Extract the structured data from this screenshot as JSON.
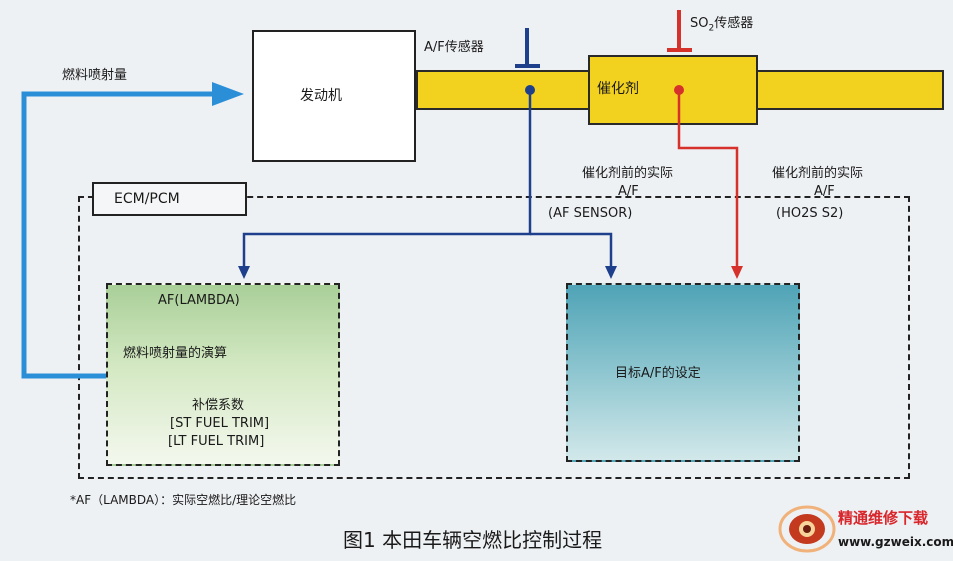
{
  "diagram": {
    "engine_label": "发动机",
    "fuel_injection_label": "燃料喷射量",
    "af_sensor_label": "A/F传感器",
    "so2_sensor_prefix": "SO",
    "so2_sensor_sub": "2",
    "so2_sensor_suffix": "传感器",
    "catalyst_label": "催化剂",
    "ecm_label": "ECM/PCM",
    "af_path": {
      "line1": "催化剂前的实际",
      "line2": "A/F",
      "line3": "(AF SENSOR)"
    },
    "ho2s_path": {
      "line1": "催化剂前的实际",
      "line2": "A/F",
      "line3": "(HO2S S2)"
    },
    "left_box": {
      "line1": "AF(LAMBDA)",
      "line2": "燃料喷射量的演算",
      "line3": "补偿系数",
      "line4": "[ST FUEL TRIM]",
      "line5": "[LT FUEL TRIM]"
    },
    "right_box_label": "目标A/F的设定",
    "footnote": "*AF（LAMBDA）：实际空燃比/理论空燃比",
    "caption": "图1  本田车辆空燃比控制过程"
  },
  "watermark": {
    "title": "精通维修下载",
    "url": "www.gzweix.com"
  },
  "colors": {
    "pipe_yellow": "#f3d21f",
    "fuel_arrow_blue": "#2b8fd8",
    "af_line_navy": "#1e3f8c",
    "so2_line_red": "#d6312a",
    "watermark_red": "#d8262b"
  }
}
